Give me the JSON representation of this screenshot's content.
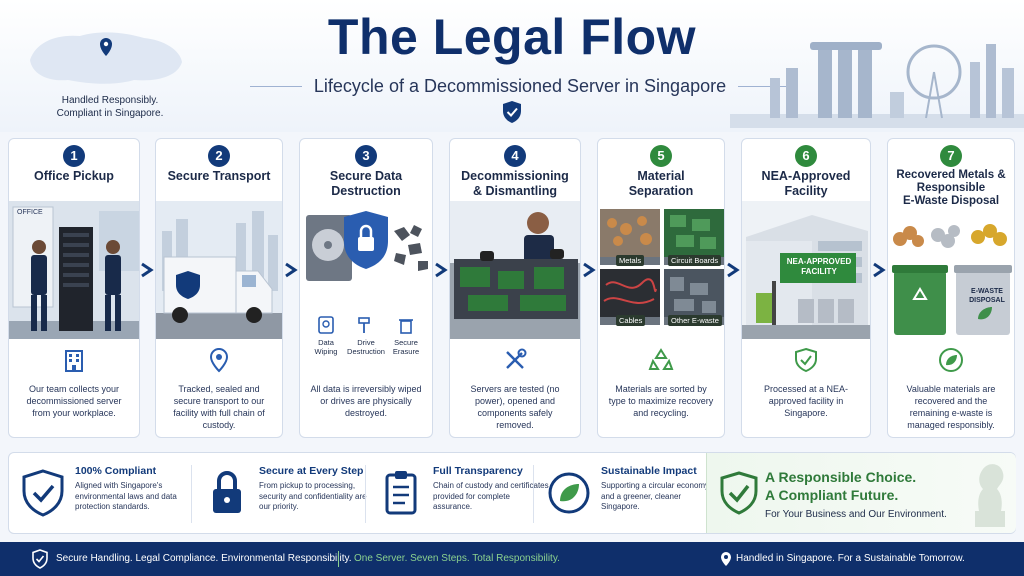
{
  "header": {
    "title": "The Legal Flow",
    "subtitle": "Lifecycle of a Decommissioned Server in Singapore",
    "tagline_1": "Handled Responsibly.",
    "tagline_2": "Compliant in Singapore."
  },
  "steps": [
    {
      "number": "1",
      "title": "Office Pickup",
      "sign": "OFFICE",
      "description": "Our team collects your decommissioned server from your workplace.",
      "icon": "building-icon"
    },
    {
      "number": "2",
      "title": "Secure Transport",
      "description": "Tracked, sealed and secure transport to our facility with full chain of custody.",
      "icon": "location-pin-icon"
    },
    {
      "number": "3",
      "title_1": "Secure Data",
      "title_2": "Destruction",
      "description": "All data is irreversibly wiped or drives are physically destroyed.",
      "sublabels": [
        {
          "l1": "Data",
          "l2": "Wiping"
        },
        {
          "l1": "Drive",
          "l2": "Destruction"
        },
        {
          "l1": "Secure",
          "l2": "Erasure"
        }
      ]
    },
    {
      "number": "4",
      "title_1": "Decommissioning",
      "title_2": "& Dismantling",
      "description": "Servers are tested (no power), opened and components safely removed.",
      "icon": "tools-icon"
    },
    {
      "number": "5",
      "title_1": "Material",
      "title_2": "Separation",
      "description": "Materials are sorted by type to maximize recovery and recycling.",
      "icon": "recycle-icon",
      "bins": [
        "Metals",
        "Circuit Boards",
        "Cables",
        "Other E-waste"
      ]
    },
    {
      "number": "6",
      "title_1": "NEA-Approved",
      "title_2": "Facility",
      "sign_1": "NEA-APPROVED",
      "sign_2": "FACILITY",
      "description": "Processed at a NEA-approved facility in Singapore.",
      "icon": "check-shield-icon"
    },
    {
      "number": "7",
      "title_1": "Recovered Metals &",
      "title_2": "Responsible",
      "title_3": "E-Waste Disposal",
      "bin_1": "E-WASTE",
      "bin_2": "DISPOSAL",
      "description": "Valuable materials are recovered and the remaining e-waste is managed responsibly.",
      "icon": "leaf-icon"
    }
  ],
  "features": [
    {
      "title": "100% Compliant",
      "description": "Aligned with Singapore's environmental laws and data protection standards."
    },
    {
      "title": "Secure at Every Step",
      "description": "From pickup to processing, security and confidentiality are our priority."
    },
    {
      "title": "Full Transparency",
      "description": "Chain of custody and certificates provided for complete assurance."
    },
    {
      "title": "Sustainable Impact",
      "description": "Supporting a circular economy and a greener, cleaner Singapore."
    }
  ],
  "choice": {
    "line_1": "A Responsible Choice.",
    "line_2": "A Compliant Future.",
    "line_3": "For Your Business and Our Environment."
  },
  "footer": {
    "left": "Secure Handling. Legal Compliance. Environmental Responsibility.",
    "middle": "One Server. Seven Steps. Total Responsibility.",
    "right": "Handled in Singapore. For a Sustainable Tomorrow."
  },
  "colors": {
    "navy": "#0f2f6b",
    "green": "#2f8a3d",
    "light_green": "#8bd18f"
  }
}
